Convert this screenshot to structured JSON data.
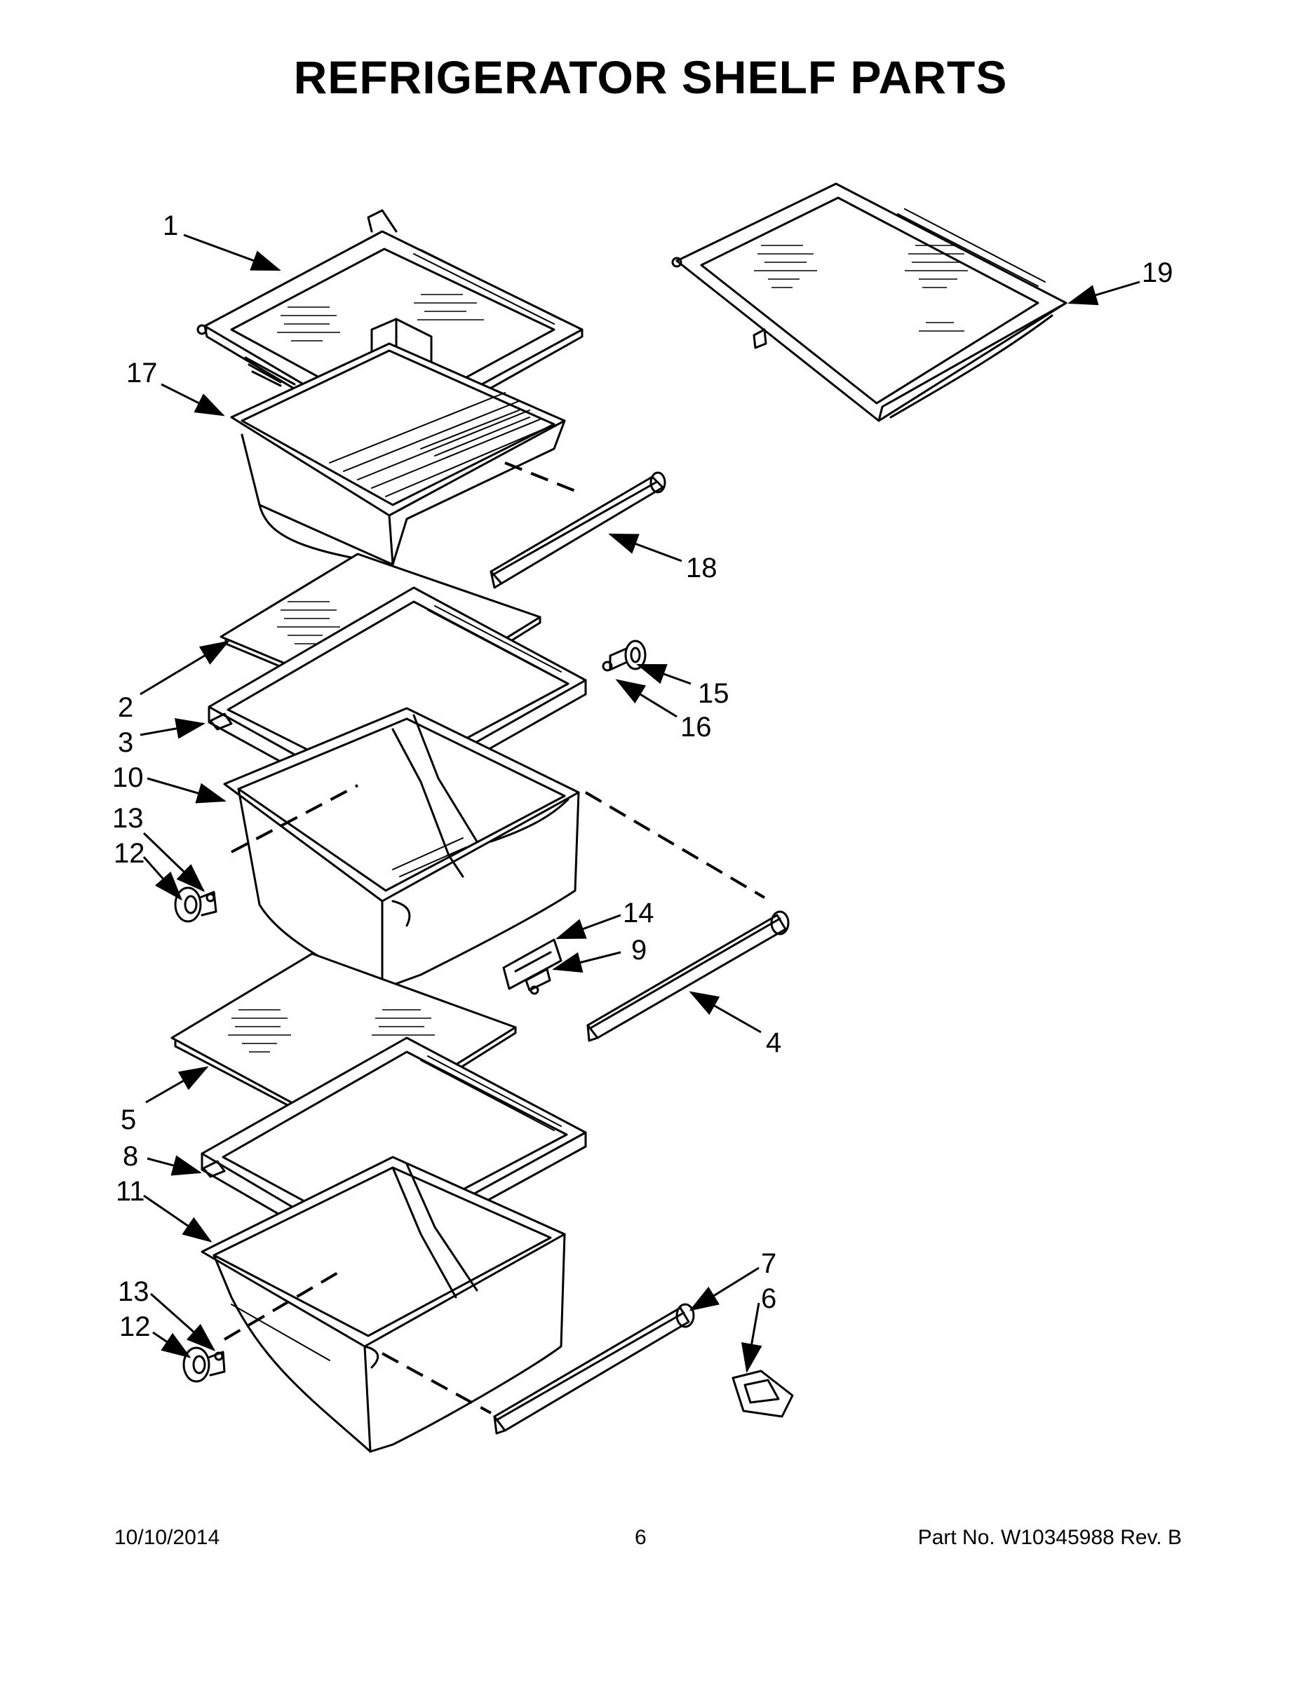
{
  "title": "REFRIGERATOR SHELF PARTS",
  "callouts": [
    "1",
    "2",
    "3",
    "4",
    "5",
    "6",
    "7",
    "8",
    "9",
    "10",
    "11",
    "12",
    "13",
    "14",
    "15",
    "16",
    "17",
    "18",
    "19"
  ],
  "footer": {
    "date": "10/10/2014",
    "page": "6",
    "part": "Part No.  W10345988  Rev.  B"
  }
}
